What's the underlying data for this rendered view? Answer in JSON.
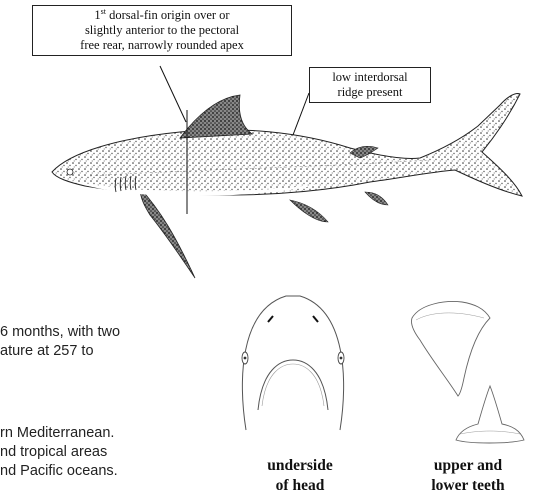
{
  "callouts": {
    "dorsal_origin": {
      "ordinal_num": "1",
      "ordinal_sup": "st",
      "line1_rest": " dorsal-fin origin over or",
      "line2": "slightly anterior to the pectoral",
      "line3": "free rear, narrowly rounded apex"
    },
    "interdorsal": {
      "line1": "low interdorsal",
      "line2": "ridge present"
    }
  },
  "body_text": {
    "lines": [
      "6 months, with two",
      "ature at 257 to",
      "",
      "rn Mediterranean.",
      "nd tropical areas",
      "nd Pacific oceans."
    ]
  },
  "captions": {
    "head": [
      "underside",
      "of head"
    ],
    "teeth": [
      "upper and",
      "lower teeth"
    ]
  }
}
